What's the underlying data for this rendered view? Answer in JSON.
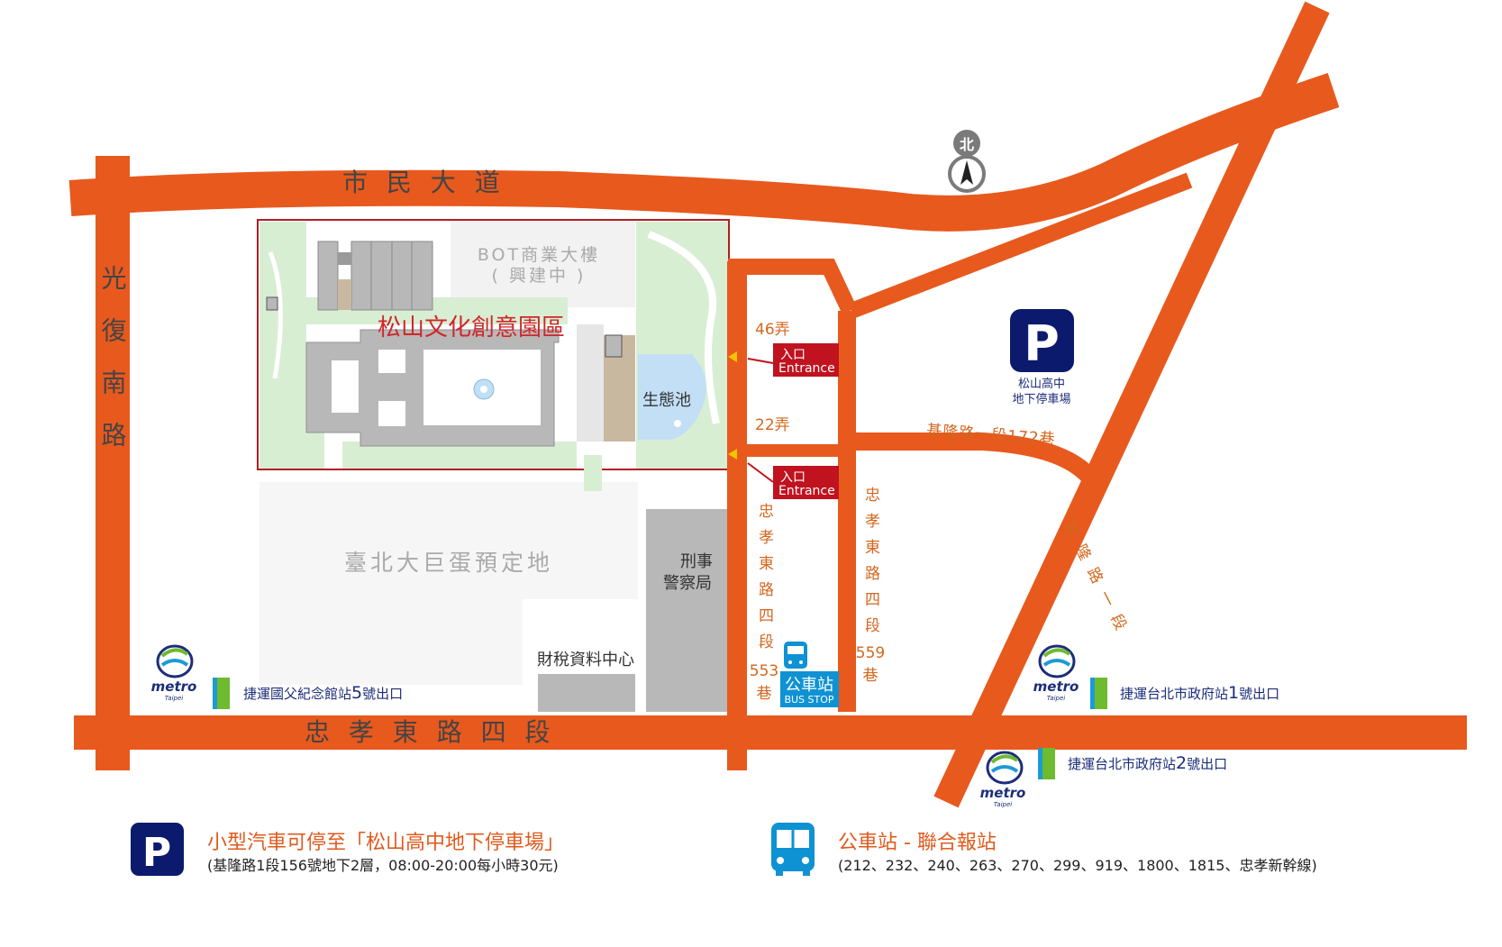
{
  "roads": {
    "shimin_blvd": "市 民 大 道",
    "guangfu_s_rd": "光復南路",
    "zhongxiao_e_rd": "忠 孝 東 路 四 段",
    "keelung_rd": "基隆路一段",
    "keelung_lane172": "基隆路一段172巷",
    "zhongxiao_lane553": "忠孝東路四段",
    "lane553_number": "553",
    "lane_suffix": "巷",
    "zhongxiao_lane559": "忠孝東路四段",
    "lane559_number": "559",
    "alley46": "46弄",
    "alley22": "22弄"
  },
  "areas": {
    "bot_line1": "BOT商業大樓",
    "bot_line2": "( 興建中 )",
    "park_name": "松山文化創意園區",
    "pond": "生態池",
    "dome": "臺北大巨蛋預定地",
    "cib_line1": "刑事",
    "cib_line2": "警察局",
    "tax_center": "財稅資料中心"
  },
  "entrances": [
    {
      "zh": "入口",
      "en": "Entrance"
    },
    {
      "zh": "入口",
      "en": "Entrance"
    }
  ],
  "compass": {
    "label": "北"
  },
  "parking": {
    "symbol": "P",
    "name_line1": "松山高中",
    "name_line2": "地下停車場"
  },
  "bus_stop": {
    "zh": "公車站",
    "en": "BUS STOP"
  },
  "metro": {
    "logo_word": "metro",
    "logo_sub": "Taipei",
    "exits": [
      {
        "prefix": "捷運國父紀念館站",
        "number": "5",
        "suffix": "號出口"
      },
      {
        "prefix": "捷運台北市政府站",
        "number": "1",
        "suffix": "號出口"
      },
      {
        "prefix": "捷運台北市政府站",
        "number": "2",
        "suffix": "號出口"
      }
    ]
  },
  "legend": {
    "parking_title": "小型汽車可停至「松山高中地下停車場」",
    "parking_detail": "(基隆路1段156號地下2層，08:00-20:00每小時30元)",
    "bus_title": "公車站 - 聯合報站",
    "bus_detail": "(212、232、240、263、270、299、919、1800、1815、忠孝新幹線)"
  },
  "colors": {
    "road": "#e8591e",
    "park_green": "#d8eed3",
    "building_gray": "#b8b8b8",
    "pond_blue": "#c2dff5",
    "entrance_red": "#c0121f",
    "navy": "#0c1a6e",
    "bus_blue": "#0f92d3",
    "metro_green": "#6dbb2f"
  }
}
